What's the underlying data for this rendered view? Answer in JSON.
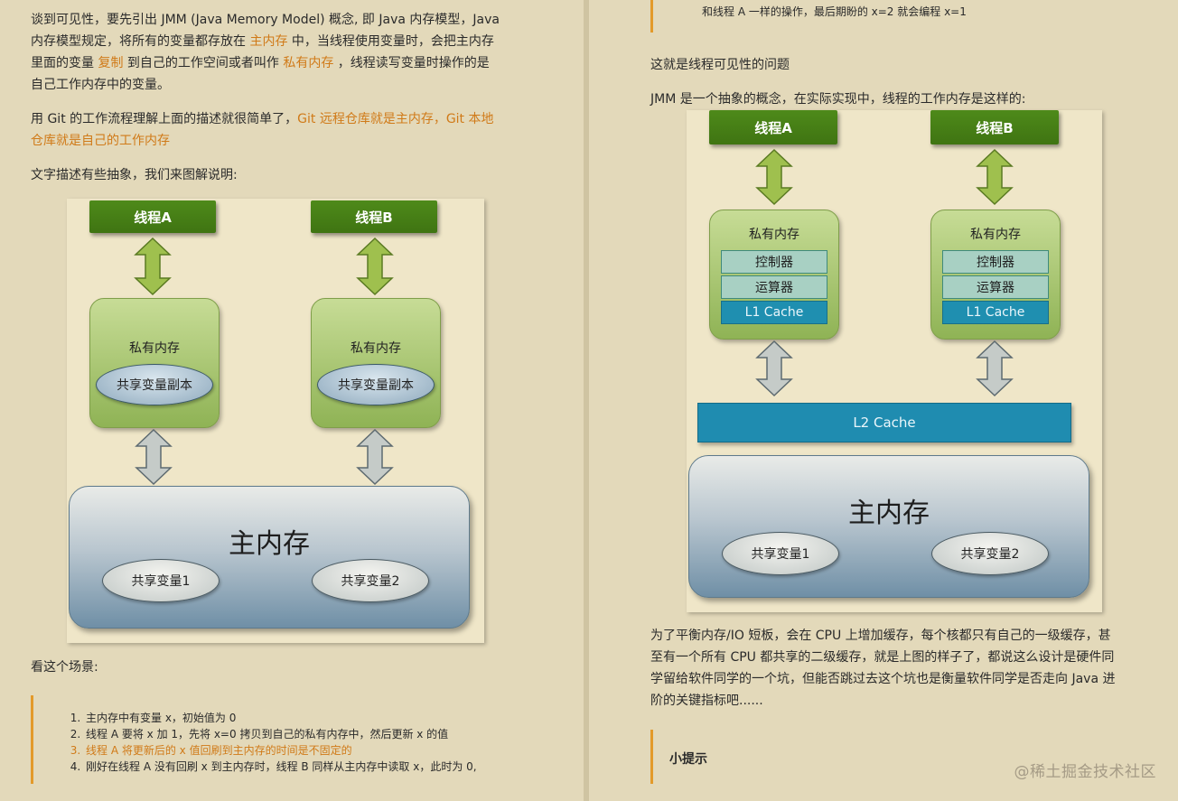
{
  "left": {
    "para1": [
      {
        "text": "谈到可见性，要先引出 JMM (Java Memory Model) 概念, 即 Java 内存模型，Java",
        "hl": false
      },
      {
        "text": "内存模型规定，将所有的变量都存放在 ",
        "hl": false
      }
    ],
    "p1_lines": [
      "谈到可见性，要先引出 JMM (Java Memory Model) 概念, 即 Java 内存模型，Java",
      "内存模型规定，将所有的变量都存放在 ",
      "主内存",
      " 中，当线程使用变量时，会把主内存",
      "里面的变量 ",
      "复制",
      " 到自己的工作空间或者叫作 ",
      "私有内存",
      " ，线程读写变量时操作的是",
      "自己工作内存中的变量。"
    ],
    "p2_a": "用 Git 的工作流程理解上面的描述就很简单了，",
    "p2_hl1": "Git 远程仓库就是主内存，Git 本地",
    "p2_hl2": "仓库就是自己的工作内存",
    "p3": "文字描述有些抽象，我们来图解说明:",
    "diagram": {
      "thread_a": "线程A",
      "thread_b": "线程B",
      "private_mem": "私有内存",
      "shared_copy": "共享变量副本",
      "main_mem": "主内存",
      "var1": "共享变量1",
      "var2": "共享变量2"
    },
    "p4": "看这个场景:",
    "steps": [
      "主内存中有变量 x，初始值为 0",
      "线程 A 要将 x 加 1，先将 x=0 拷贝到自己的私有内存中，然后更新 x 的值",
      "线程 A 将更新后的 x 值回刷到主内存的时间是不固定的",
      "刚好在线程 A 没有回刷 x 到主内存时，线程 B 同样从主内存中读取 x，此时为 0,"
    ]
  },
  "right": {
    "quote_tail": "和线程 A 一样的操作，最后期盼的 x=2 就会编程 x=1",
    "p1": "这就是线程可见性的问题",
    "p2": "JMM 是一个抽象的概念，在实际实现中，线程的工作内存是这样的:",
    "diagram": {
      "thread_a": "线程A",
      "thread_b": "线程B",
      "private_mem": "私有内存",
      "controller": "控制器",
      "alu": "运算器",
      "l1": "L1 Cache",
      "l2": "L2 Cache",
      "main_mem": "主内存",
      "var1": "共享变量1",
      "var2": "共享变量2"
    },
    "p3_lines": [
      "为了平衡内存/IO 短板，会在 CPU 上增加缓存，每个核都只有自己的一级缓存，甚",
      "至有一个所有 CPU 都共享的二级缓存，就是上图的样子了，都说这么设计是硬件同",
      "学留给软件同学的一个坑，但能否跳过去这个坑也是衡量软件同学是否走向 Java 进",
      "阶的关键指标吧......"
    ],
    "tip": "小提示",
    "watermark": "@稀土掘金技术社区"
  },
  "colors": {
    "highlight": "#d07a18",
    "quote_bar": "#e39a2a",
    "thread_green": "#4e8a1a",
    "cache_blue": "#1f8cb0"
  }
}
